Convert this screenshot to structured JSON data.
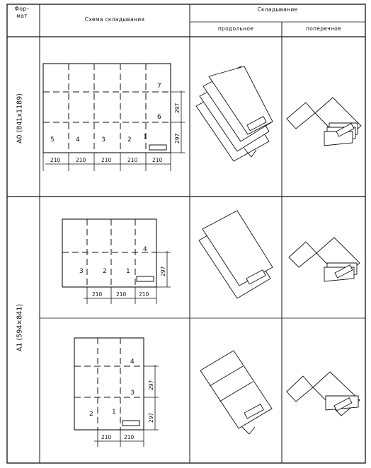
{
  "header": {
    "format_line1": "Фор–",
    "format_line2": "мат",
    "scheme": "Схема складывания",
    "folding": "Складывание",
    "longitudinal": "продольное",
    "transverse": "поперечное"
  },
  "rows": [
    {
      "format_label": "А0 (841x1189)",
      "panel_numbers": [
        "5",
        "4",
        "3",
        "2",
        "1"
      ],
      "upper_numbers": [
        "7",
        "6"
      ],
      "width_dims": [
        "210",
        "210",
        "210",
        "210",
        "210"
      ],
      "height_dims": [
        "297",
        "297"
      ]
    },
    {
      "format_label": "А1 (594×841)",
      "variants": [
        {
          "panel_numbers": [
            "3",
            "2",
            "1"
          ],
          "upper_numbers": [
            "4"
          ],
          "width_dims": [
            "210",
            "210",
            "210"
          ],
          "height_dims": [
            "297"
          ]
        },
        {
          "panel_numbers": [
            "2",
            "1"
          ],
          "upper_numbers": [
            "3",
            "4"
          ],
          "width_dims": [
            "210",
            "210"
          ],
          "height_dims": [
            "297",
            "297"
          ]
        }
      ]
    }
  ]
}
